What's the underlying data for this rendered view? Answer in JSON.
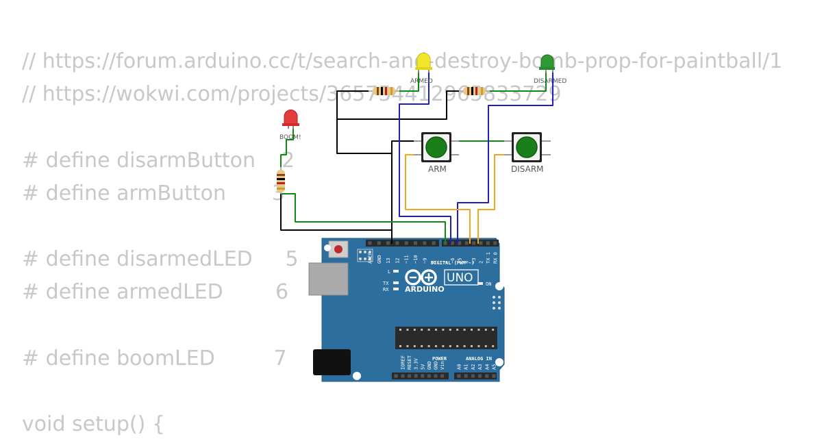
{
  "code_lines": [
    "// https://forum.arduino.cc/t/search-and-destroy-bomb-prop-for-paintball/1",
    "// https://wokwi.com/projects/365754412965833729",
    "",
    "# define disarmButton    2",
    "# define armButton       3",
    "",
    "# define disarmedLED     5",
    "# define armedLED        6",
    "",
    "# define boomLED         7",
    "",
    "void setup() {"
  ],
  "components": {
    "armed_led": {
      "label": "ARMED",
      "color": "yellow"
    },
    "disarmed_led": {
      "label": "DISARMED",
      "color": "green"
    },
    "boom_led": {
      "label": "BOOM!",
      "color": "red"
    },
    "arm_button": {
      "label": "ARM"
    },
    "disarm_button": {
      "label": "DISARM"
    }
  },
  "board": {
    "model": "UNO",
    "brand": "ARDUINO",
    "digital_header": "DIGITAL (PWM ~)",
    "power_header": "POWER",
    "analog_header": "ANALOG IN",
    "on_label": "ON",
    "l_label": "L",
    "tx_label": "TX",
    "rx_label": "RX",
    "digital_pins": [
      "AREF",
      "GND",
      "13",
      "12",
      "~11",
      "~10",
      "~9",
      "8",
      "7",
      "~6",
      "~5",
      "4",
      "~3",
      "2",
      "TX 1",
      "RX 0"
    ],
    "power_pins": [
      "IOREF",
      "RESET",
      "3.3V",
      "5V",
      "GND",
      "GND",
      "Vin"
    ],
    "analog_pins": [
      "A0",
      "A1",
      "A2",
      "A3",
      "A4",
      "A5"
    ]
  },
  "wire_colors": {
    "black": "#000000",
    "green": "#0e8a0e",
    "blue": "#1d1dc4",
    "orange": "#f0a81e"
  },
  "board_color": "#2c6e9e"
}
